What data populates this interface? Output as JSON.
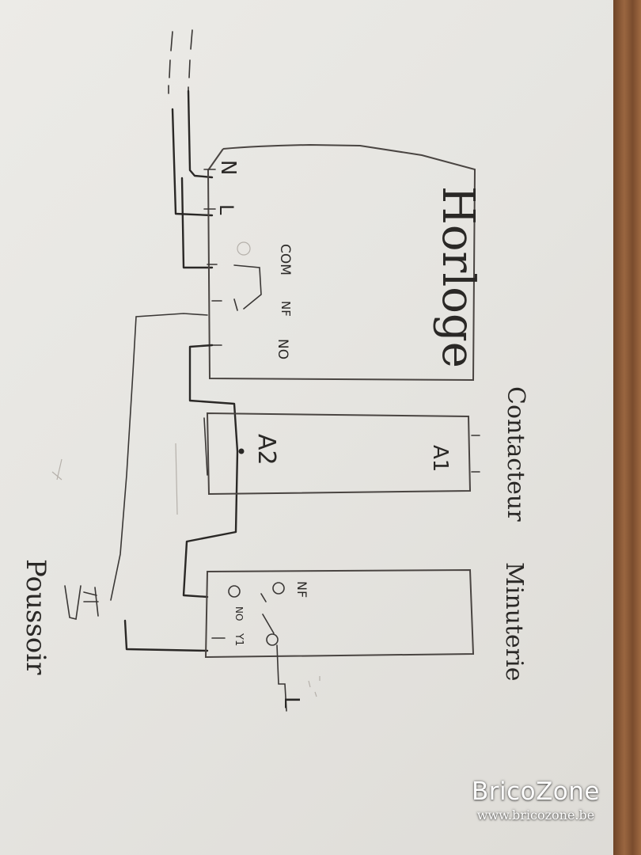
{
  "labels": {
    "horloge": "Horloge",
    "n": "N",
    "l": "L",
    "com": "COM",
    "nf": "NF",
    "no": "NO",
    "contacteur": "Contacteur",
    "a2": "A2",
    "a1": "A1",
    "minuterie": "Minuterie",
    "min_nf": "NF",
    "min_no": "NO",
    "min_y1": "Y1",
    "l_out": "L",
    "poussoir": "Poussoir"
  },
  "watermark": {
    "title": "BricoZone",
    "url": "www.bricozone.be"
  },
  "colors": {
    "ink": "#2a2826",
    "paper": "#e8e7e3",
    "wood": "#8a5a36",
    "watermark": "#ffffff"
  }
}
